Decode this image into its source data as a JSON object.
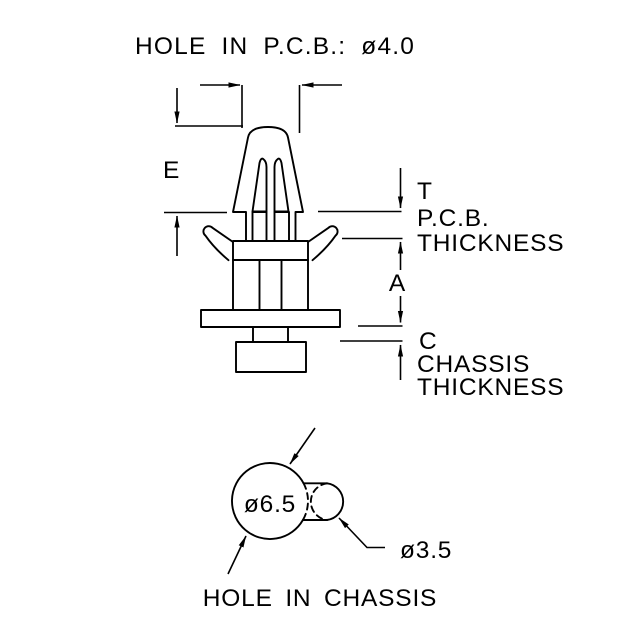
{
  "title": "HOLE IN P.C.B.: ø4.0",
  "colors": {
    "line": "#000000",
    "background": "#ffffff"
  },
  "front_view": {
    "dim_e": "E",
    "dim_t": "T",
    "dim_t_line2": "P.C.B.",
    "dim_t_line3": "THICKNESS",
    "dim_a": "A",
    "dim_c": "C",
    "dim_c_line2": "CHASSIS",
    "dim_c_line3": "THICKNESS"
  },
  "bottom_view": {
    "large_hole": "ø6.5",
    "small_hole": "ø3.5",
    "caption": "HOLE IN CHASSIS"
  }
}
